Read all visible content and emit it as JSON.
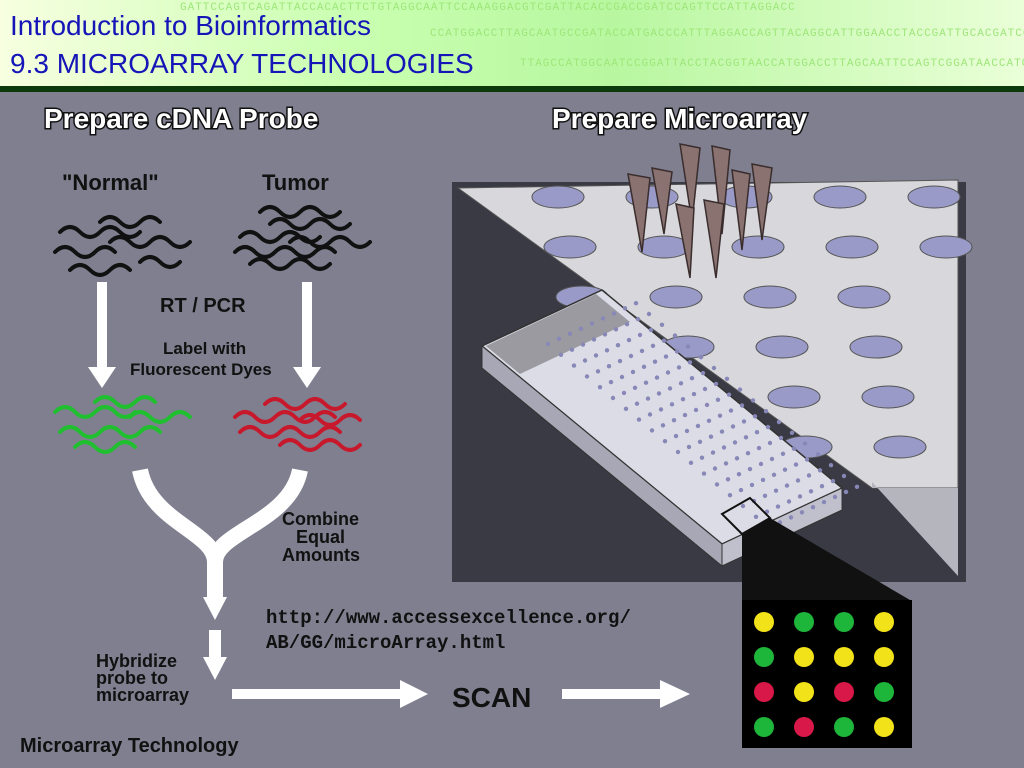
{
  "header": {
    "title_line1": "Introduction to Bioinformatics",
    "title_line2": "9.3 MICROARRAY TECHNOLOGIES",
    "background_sequences": [
      "GATTCCAGTCAGATTACCACACTTCTGTAGGCAATTCCAAAGGACGTCGATTACACCGACCGATCCAGTTCCATTAGGACC",
      "CCATGGACCTTAGCAATGCCGATACCATGACCCATTTAGGACCAGTTACAGGCATTGGAACCTACCGATTGCACGATCGA",
      "TTAGCCATGGCAATCCGGATTACCTACGGTAACCATGGACCTTAGCAATTCCAGTCGGATAACCATCGGACTTGACCAGT"
    ]
  },
  "diagram": {
    "heading_probe": "Prepare cDNA Probe",
    "heading_microarray": "Prepare Microarray",
    "label_normal": "\"Normal\"",
    "label_tumor": "Tumor",
    "label_rtpcr": "RT / PCR",
    "label_dyes_line1": "Label with",
    "label_dyes_line2": "Fluorescent Dyes",
    "label_combine_line1": "Combine",
    "label_combine_line2": "Equal",
    "label_combine_line3": "Amounts",
    "label_hybridize_line1": "Hybridize",
    "label_hybridize_line2": "probe to",
    "label_hybridize_line3": "microarray",
    "label_scan": "SCAN",
    "url_line1": "http://www.accessexcellence.org/",
    "url_line2": "AB/GG/microArray.html",
    "footer": "Microarray Technology",
    "colors": {
      "normal_dye": "#1fbf2f",
      "tumor_dye": "#c8182c",
      "spot_yellow": "#f2e21a",
      "spot_green": "#1db53a",
      "spot_red": "#d9184a",
      "title_blue": "#1515b8"
    },
    "spot_grid": [
      [
        "yellow",
        "green",
        "green",
        "yellow"
      ],
      [
        "green",
        "yellow",
        "yellow",
        "yellow"
      ],
      [
        "red",
        "yellow",
        "red",
        "green"
      ],
      [
        "green",
        "red",
        "green",
        "yellow"
      ]
    ]
  }
}
